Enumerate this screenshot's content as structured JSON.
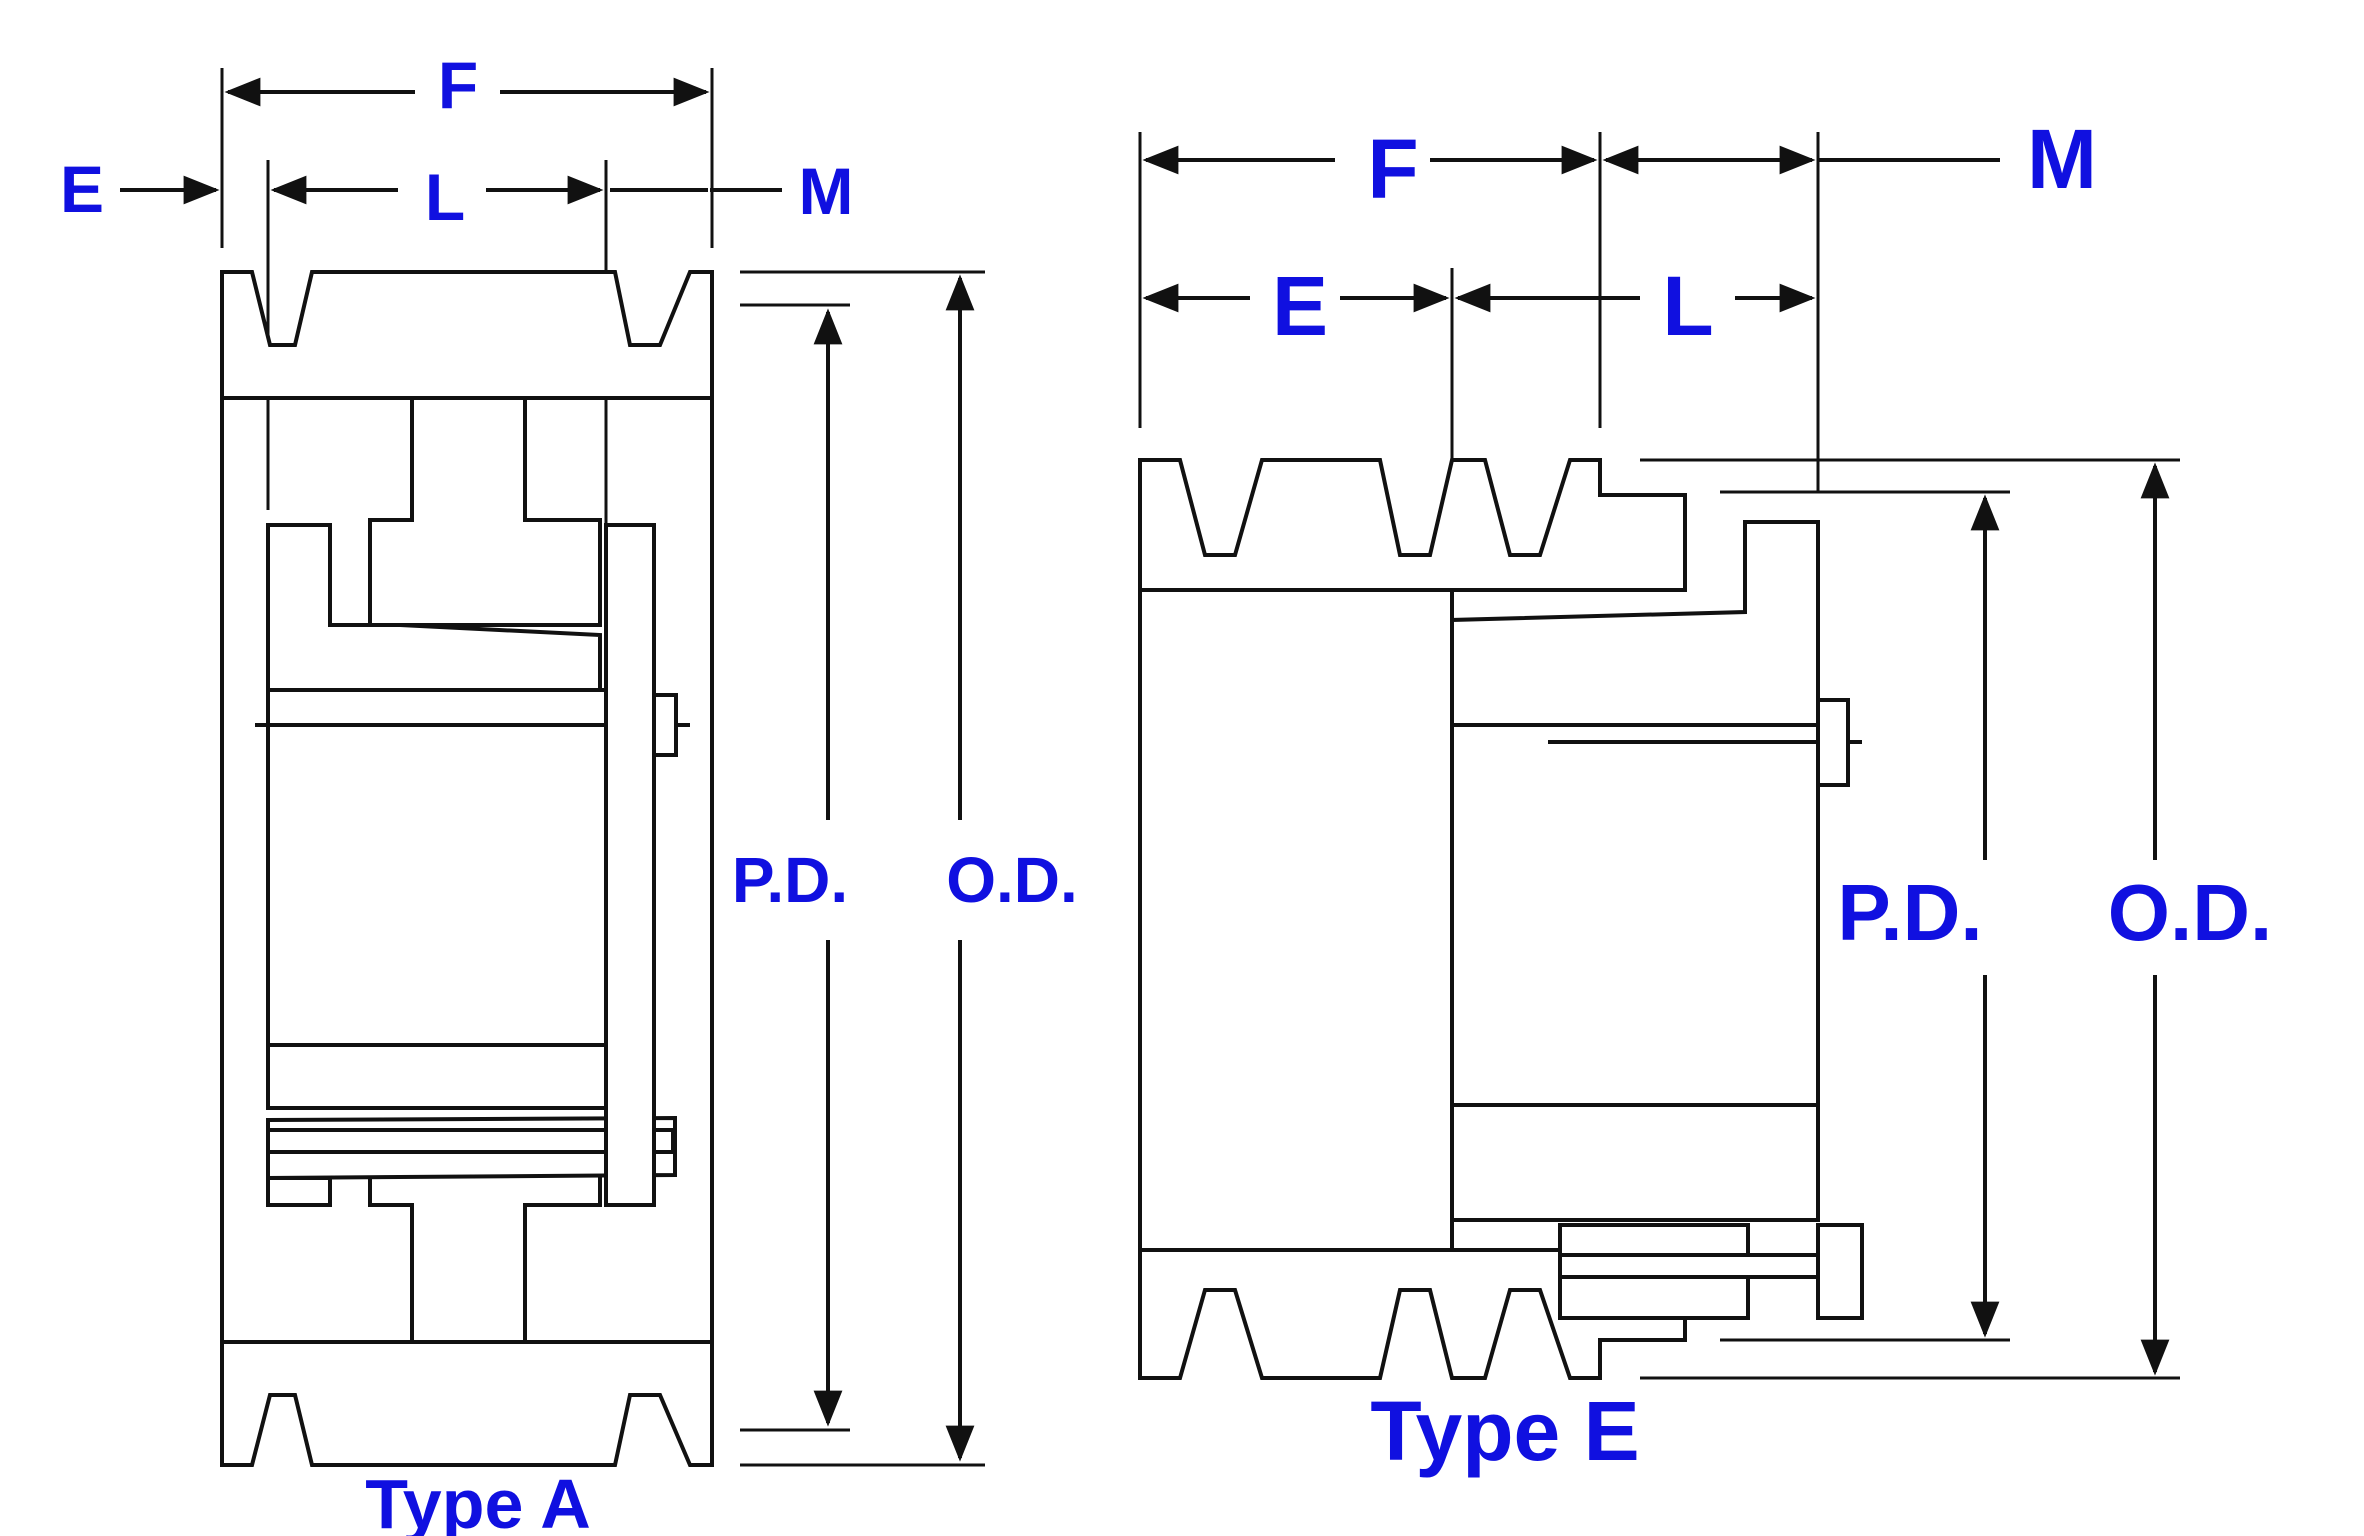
{
  "colors": {
    "label": "#1010e0",
    "line": "#111111",
    "background": "#ffffff"
  },
  "type_a": {
    "title": "Type A",
    "labels": {
      "F": "F",
      "E": "E",
      "L": "L",
      "M": "M",
      "PD": "P.D.",
      "OD": "O.D."
    }
  },
  "type_e": {
    "title": "Type E",
    "labels": {
      "F": "F",
      "E": "E",
      "L": "L",
      "M": "M",
      "PD": "P.D.",
      "OD": "O.D."
    }
  }
}
